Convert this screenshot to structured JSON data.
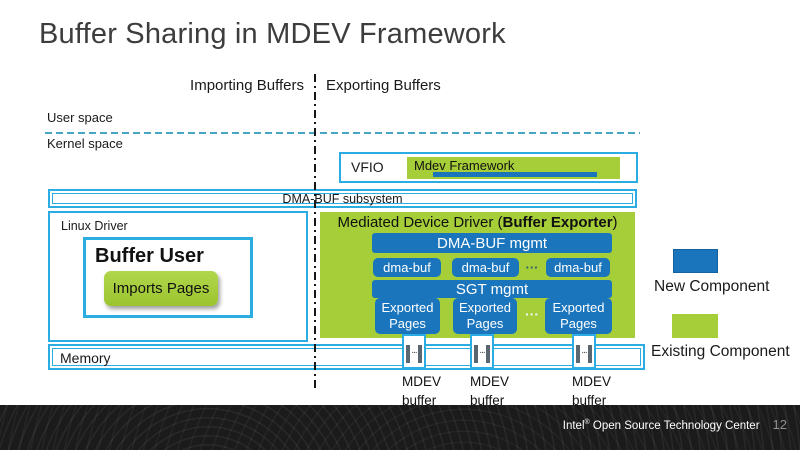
{
  "colors": {
    "accent_cyan": "#2BACE2",
    "component_blue": "#1B75BC",
    "component_green": "#A6CE39",
    "divider_teal": "#45A5C3",
    "footer_bg": "#1B1B1B"
  },
  "title": "Buffer Sharing in MDEV Framework",
  "columns": {
    "importing": "Importing Buffers",
    "exporting": "Exporting Buffers"
  },
  "spaces": {
    "user": "User space",
    "kernel": "Kernel space"
  },
  "vfio": {
    "label": "VFIO",
    "mdev_framework": "Mdev Framework"
  },
  "dma_buf_subsystem": "DMA-BUF subsystem",
  "linux_driver": {
    "label": "Linux Driver",
    "buffer_user": "Buffer User",
    "imports_pages": "Imports Pages"
  },
  "mediated": {
    "title_pre": "Mediated Device Driver (",
    "title_bold": "Buffer Exporter",
    "title_post": ")",
    "dma_buf_mgmt": "DMA-BUF mgmt",
    "dma_buf_items": [
      "dma-buf",
      "dma-buf",
      "dma-buf"
    ],
    "dma_buf_dots": "···",
    "sgt_mgmt": "SGT mgmt",
    "exported_pages_items": [
      "Exported Pages",
      "Exported Pages",
      "Exported Pages"
    ],
    "exported_pages_dots": "···"
  },
  "memory": {
    "label": "Memory",
    "cell_dots": "..."
  },
  "mdev_buffer_labels": [
    {
      "line1": "MDEV",
      "line2": "buffer"
    },
    {
      "line1": "MDEV",
      "line2": "buffer"
    },
    {
      "line1": "MDEV",
      "line2": "buffer"
    }
  ],
  "legend": {
    "items": [
      {
        "label": "New Component",
        "color": "#1B75BC"
      },
      {
        "label": "Existing Component",
        "color": "#A6CE39"
      }
    ]
  },
  "footer": {
    "brand": "Intel",
    "reg": "®",
    "rest": " Open Source Technology Center",
    "page": "12"
  }
}
